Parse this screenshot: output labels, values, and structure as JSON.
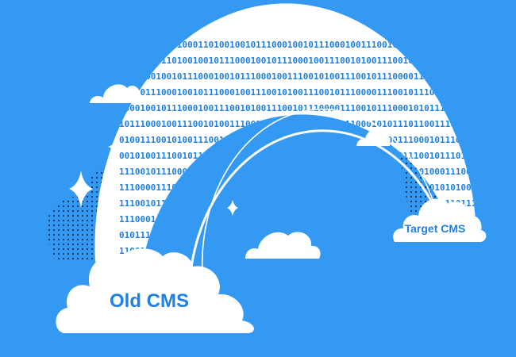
{
  "background_color": "#3399f3",
  "foreground_color": "#ffffff",
  "label_color": "#1f7fe5",
  "binary_color": "#1e7fe0",
  "source_label": "Old CMS",
  "target_label": "Target CMS",
  "binary_text": "0101001001110001101001001011100010010111000100111001010011100101110000111001011100010101110110011100010111001011101000111001010100011101110001001011100101001100101110010010011100011001010010111000100111010010111000111001001010011110001101001001011100010",
  "icons": [
    "sparkle-icon",
    "cloud-icon",
    "dot-pattern"
  ]
}
